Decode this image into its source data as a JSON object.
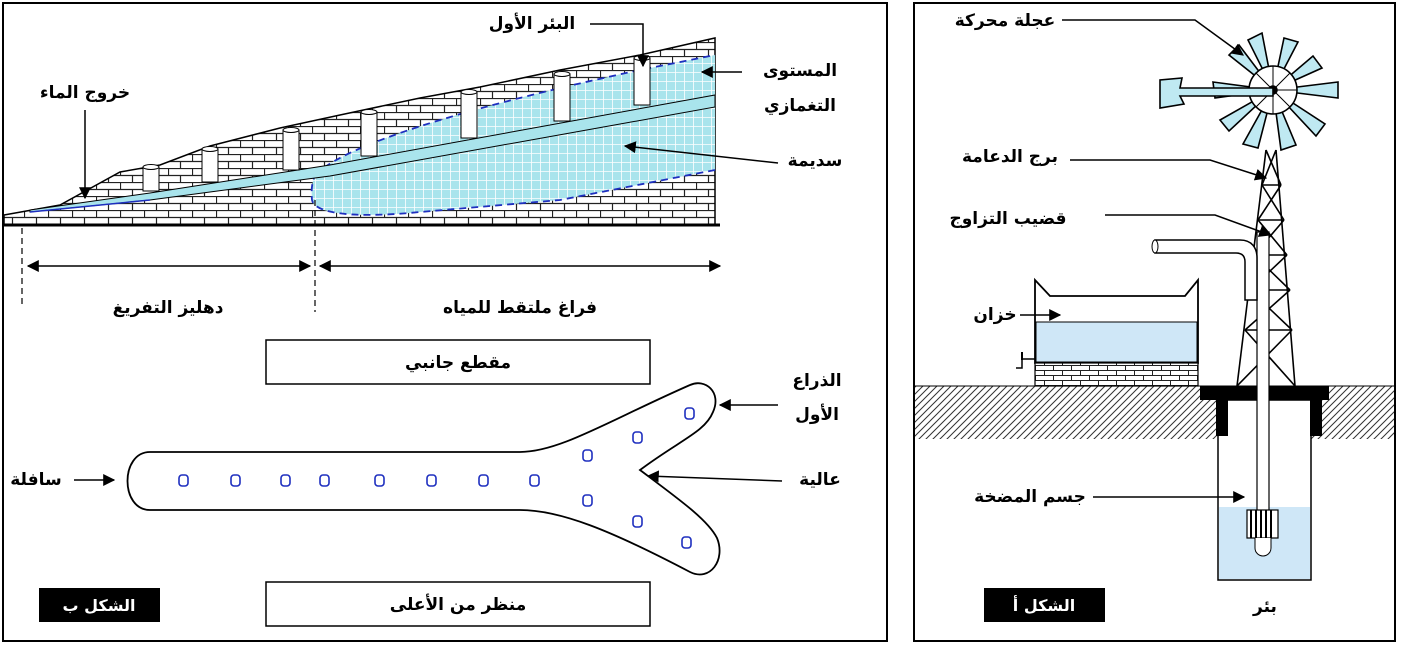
{
  "panel_b": {
    "side_view": {
      "labels": {
        "first_well": "البئر الأول",
        "water_outlet": "خروج الماء",
        "water_table_line1": "المستوى",
        "water_table_line2": "التغمازي",
        "aquifer": "سديمة",
        "discharge_gallery": "دهليز التفريغ",
        "water_capture_zone": "فراغ ملتقط للمياه"
      },
      "caption": "مقطع جانبي"
    },
    "top_view": {
      "labels": {
        "first_arm_line1": "الذراع",
        "first_arm_line2": "الأول",
        "upstream": "عالية",
        "downstream": "سافلة"
      },
      "caption": "منظر من الأعلى"
    },
    "figure_tag": "الشكل ب"
  },
  "panel_a": {
    "labels": {
      "rotor_wheel": "عجلة محركة",
      "support_tower": "برج الدعامة",
      "coupling_rod": "قضيب التزاوج",
      "tank": "خزان",
      "pump_body": "جسم المضخة",
      "well": "بئر"
    },
    "figure_tag": "الشكل أ"
  },
  "colors": {
    "water": "#a9e4ec",
    "groundwater": "#cfe7f7",
    "aquifer_outline": "#1e2fbf",
    "tag_bg": "#000000"
  }
}
